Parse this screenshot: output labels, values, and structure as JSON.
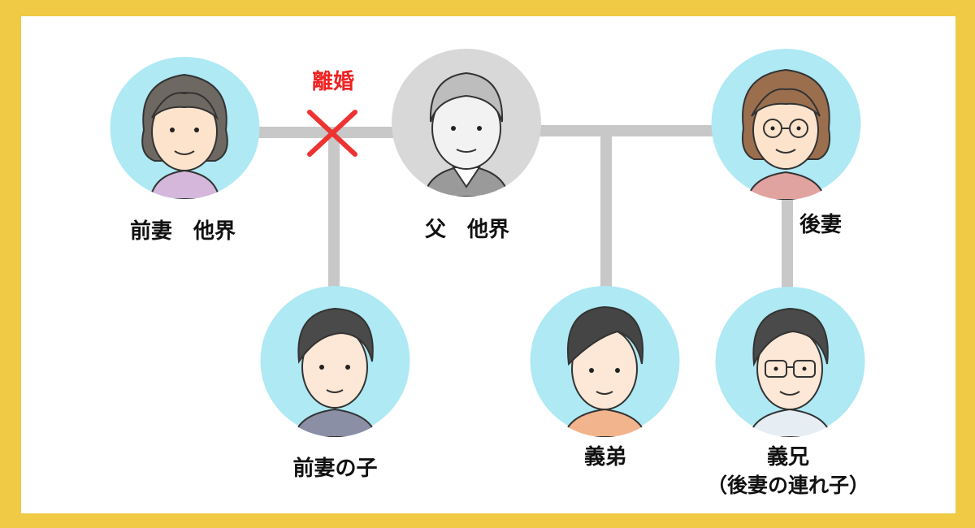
{
  "colors": {
    "frame": "#f0c945",
    "background": "#ffffff",
    "connector": "#c8c8c8",
    "avatar_living": "#aee9f4",
    "avatar_deceased": "#d8d8d8",
    "divorce": "#ee3333"
  },
  "relations": {
    "divorce_label": "離婚",
    "divorce_icon": "cross-icon"
  },
  "people": {
    "former_wife": {
      "label": "前妻　他界",
      "status": "deceased",
      "icon": "elderly-woman-icon"
    },
    "father": {
      "label": "父　他界",
      "status": "deceased",
      "icon": "elderly-man-icon"
    },
    "second_wife": {
      "label": "後妻",
      "status": "living",
      "icon": "woman-with-glasses-icon"
    },
    "former_wife_child": {
      "label": "前妻の子",
      "status": "living",
      "icon": "man-icon"
    },
    "younger_half_brother": {
      "label": "義弟",
      "status": "living",
      "icon": "young-man-icon"
    },
    "older_step_brother": {
      "label": "義兄",
      "note": "（後妻の連れ子）",
      "status": "living",
      "icon": "man-with-glasses-icon"
    }
  }
}
